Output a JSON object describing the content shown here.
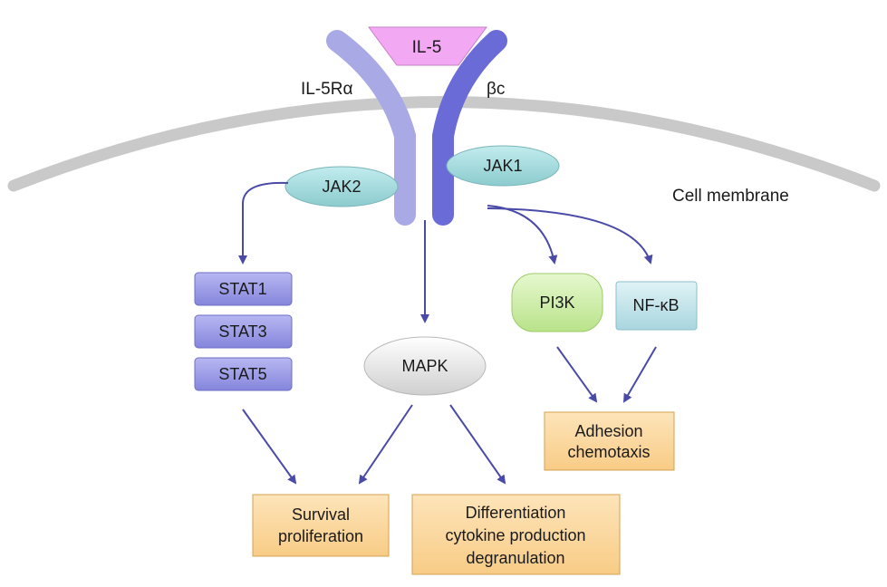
{
  "ligand": {
    "label": "IL-5"
  },
  "receptors": {
    "alpha": {
      "label": "IL-5Rα"
    },
    "beta": {
      "label": "βc"
    }
  },
  "membrane": {
    "label": "Cell membrane"
  },
  "kinases": {
    "jak2": {
      "label": "JAK2"
    },
    "jak1": {
      "label": "JAK1"
    }
  },
  "stats": [
    {
      "label": "STAT1"
    },
    {
      "label": "STAT3"
    },
    {
      "label": "STAT5"
    }
  ],
  "mapk": {
    "label": "MAPK"
  },
  "pi3k": {
    "label": "PI3K"
  },
  "nfkb": {
    "label": "NF-κB"
  },
  "outcomes": {
    "survival": {
      "line1": "Survival",
      "line2": "proliferation"
    },
    "differentiation": {
      "line1": "Differentiation",
      "line2": "cytokine production",
      "line3": "degranulation"
    },
    "adhesion": {
      "line1": "Adhesion",
      "line2": "chemotaxis"
    }
  },
  "colors": {
    "arrow": "#4a4aa8",
    "alpha_chain": "#a9a9e6",
    "beta_chain": "#6a6ad6",
    "ligand": "#f0a6f0",
    "membrane": "#c8c8c8",
    "jak": "#9fd6d8",
    "stat": "#9a9ae8",
    "pi3k": "#cdeeaa",
    "nfkb": "#c6e6ec",
    "outcome_box": "#fbd9a0"
  }
}
